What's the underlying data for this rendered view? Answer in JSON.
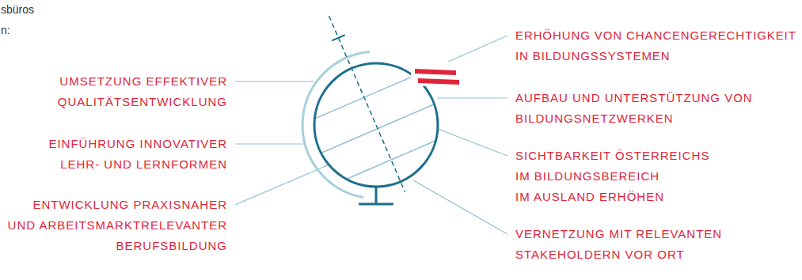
{
  "diagram": {
    "labels": [
      "sbüros",
      "n:",
      "UMSETZUNG EFFEKTIVER QUALITÄTSENTWICKLUNG",
      "EINFÜHRUNG INNOVATIVER LEHR- UND LERNFORMEN",
      "ENTWICKLUNG PRAXISNAHER UND ARBEITSMARKTRELEVANTER BERUFSBILDUNG",
      "ERHÖHUNG VON CHANCENGERECHTIGKEIT IN BILDUNGSSYSTEMEN",
      "AUFBAU UND UNTERSTÜTZUNG VON BILDUNGSNETZWERKEN",
      "SICHTBARKEIT ÖSTERREICHS IM BILDUNGSBEREICH IM AUSLAND ERHÖHEN",
      "VERNETZUNG MIT RELEVANTEN STAKEHOLDERN VOR ORT"
    ]
  }
}
